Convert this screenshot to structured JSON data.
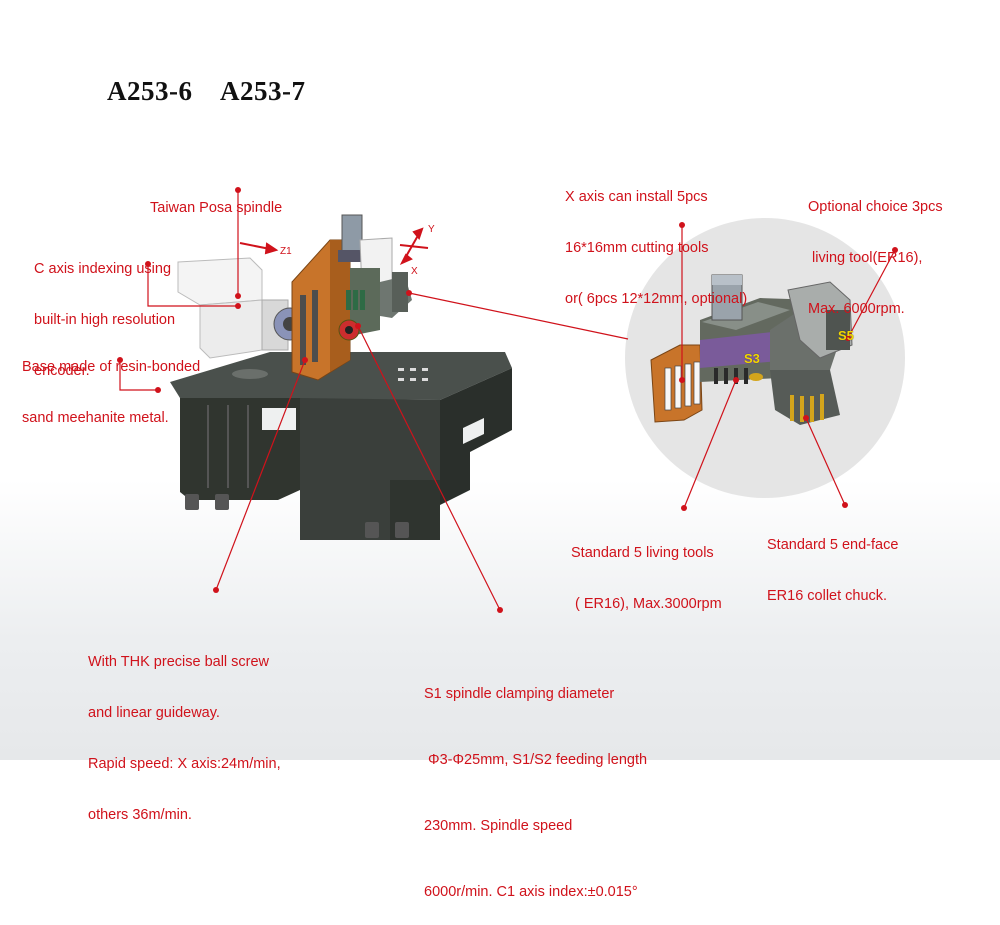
{
  "title": "A253-6    A253-7",
  "colors": {
    "annotation": "#d0121b",
    "frame": "#353b37",
    "slide": "#c8742a",
    "tool_tag": "#f2d600"
  },
  "callouts": {
    "spindle": [
      "Taiwan Posa spindle"
    ],
    "c_axis": [
      "C axis indexing using",
      "built-in high resolution",
      "encoder."
    ],
    "base": [
      "Base made of resin-bonded",
      "sand meehanite metal."
    ],
    "x_axis_tools": [
      "X axis can install 5pcs",
      "16*16mm cutting tools",
      "or( 6pcs 12*12mm, optional)"
    ],
    "optional_living": [
      "Optional choice 3pcs",
      " living tool(ER16),",
      "Max. 6000rpm."
    ],
    "std_living": [
      "Standard 5 living tools",
      " ( ER16), Max.3000rpm"
    ],
    "std_endface": [
      "Standard 5 end-face",
      "ER16 collet chuck."
    ],
    "ball_screw": [
      "With THK precise ball screw",
      "and linear guideway.",
      "Rapid speed: X axis:24m/min,",
      "others 36m/min."
    ],
    "s1_spindle": [
      "S1 spindle clamping diameter",
      " Φ3-Φ25mm, S1/S2 feeding length",
      "230mm. Spindle speed",
      "6000r/min. C1 axis index:±0.015°"
    ]
  },
  "axis_labels": {
    "z1": "Z1",
    "y": "Y",
    "x": "X"
  },
  "tool_tags": {
    "s3": "S3",
    "s5": "S5"
  }
}
